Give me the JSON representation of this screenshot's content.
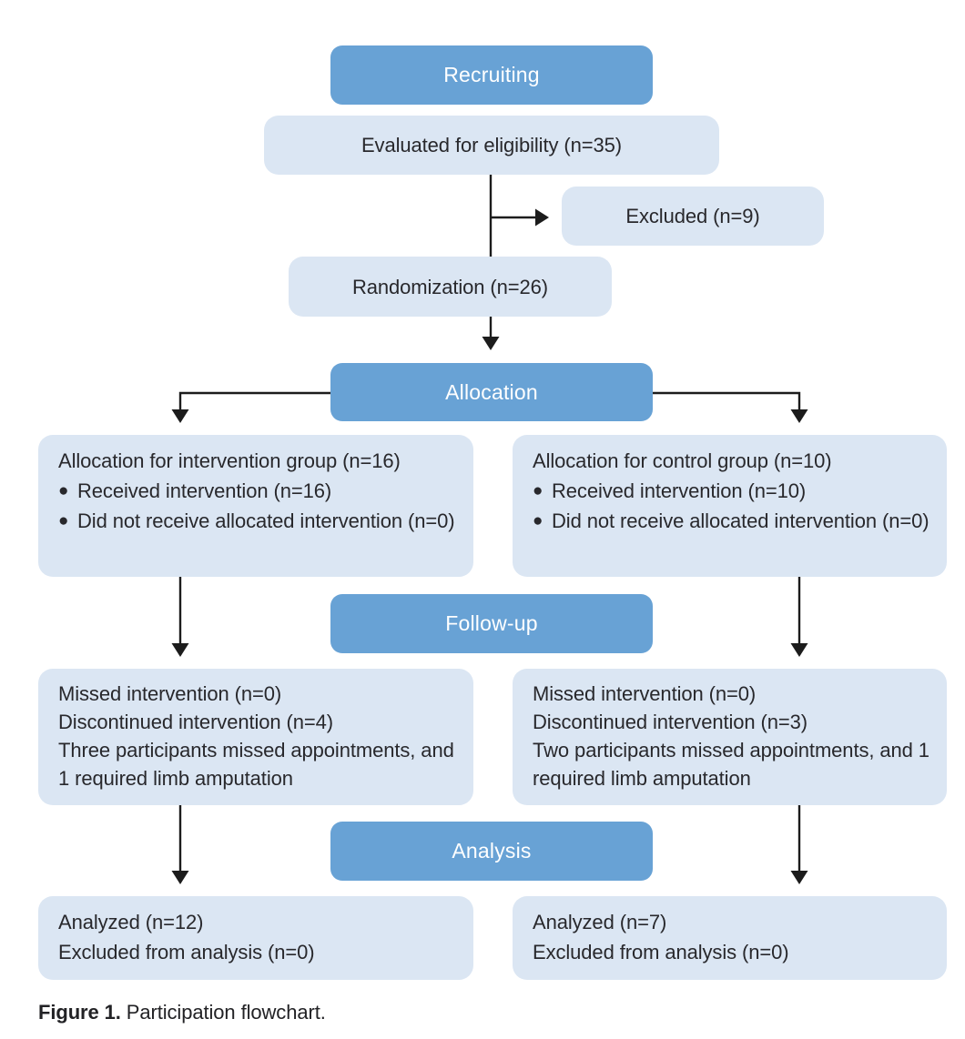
{
  "colors": {
    "header_blue": "#68a2d5",
    "box_blue": "#dbe6f3",
    "text_color": "#28282c",
    "arrow_color": "#1c1c1c"
  },
  "stages": {
    "recruiting": {
      "label": "Recruiting"
    },
    "evaluated": {
      "text": "Evaluated for eligibility (n=35)"
    },
    "excluded": {
      "text": "Excluded (n=9)"
    },
    "randomization": {
      "text": "Randomization (n=26)"
    },
    "allocation": {
      "label": "Allocation"
    },
    "alloc_intervention": {
      "title": "Allocation for intervention group (n=16)",
      "bullets": [
        "Received intervention (n=16)",
        "Did not receive allocated intervention (n=0)"
      ]
    },
    "alloc_control": {
      "title": "Allocation for control group (n=10)",
      "bullets": [
        "Received intervention (n=10)",
        "Did not receive allocated intervention (n=0)"
      ]
    },
    "followup": {
      "label": "Follow-up"
    },
    "followup_intervention": {
      "lines": [
        "Missed intervention (n=0)",
        "Discontinued intervention (n=4)",
        "Three participants missed appointments, and 1 required limb amputation"
      ]
    },
    "followup_control": {
      "lines": [
        "Missed intervention (n=0)",
        "Discontinued intervention (n=3)",
        "Two participants missed appointments, and 1 required limb amputation"
      ]
    },
    "analysis": {
      "label": "Analysis"
    },
    "analysis_intervention": {
      "lines": [
        "Analyzed (n=12)",
        "Excluded from analysis (n=0)"
      ]
    },
    "analysis_control": {
      "lines": [
        "Analyzed (n=7)",
        "Excluded from analysis (n=0)"
      ]
    }
  },
  "caption": {
    "label": "Figure 1.",
    "text": "Participation flowchart."
  }
}
